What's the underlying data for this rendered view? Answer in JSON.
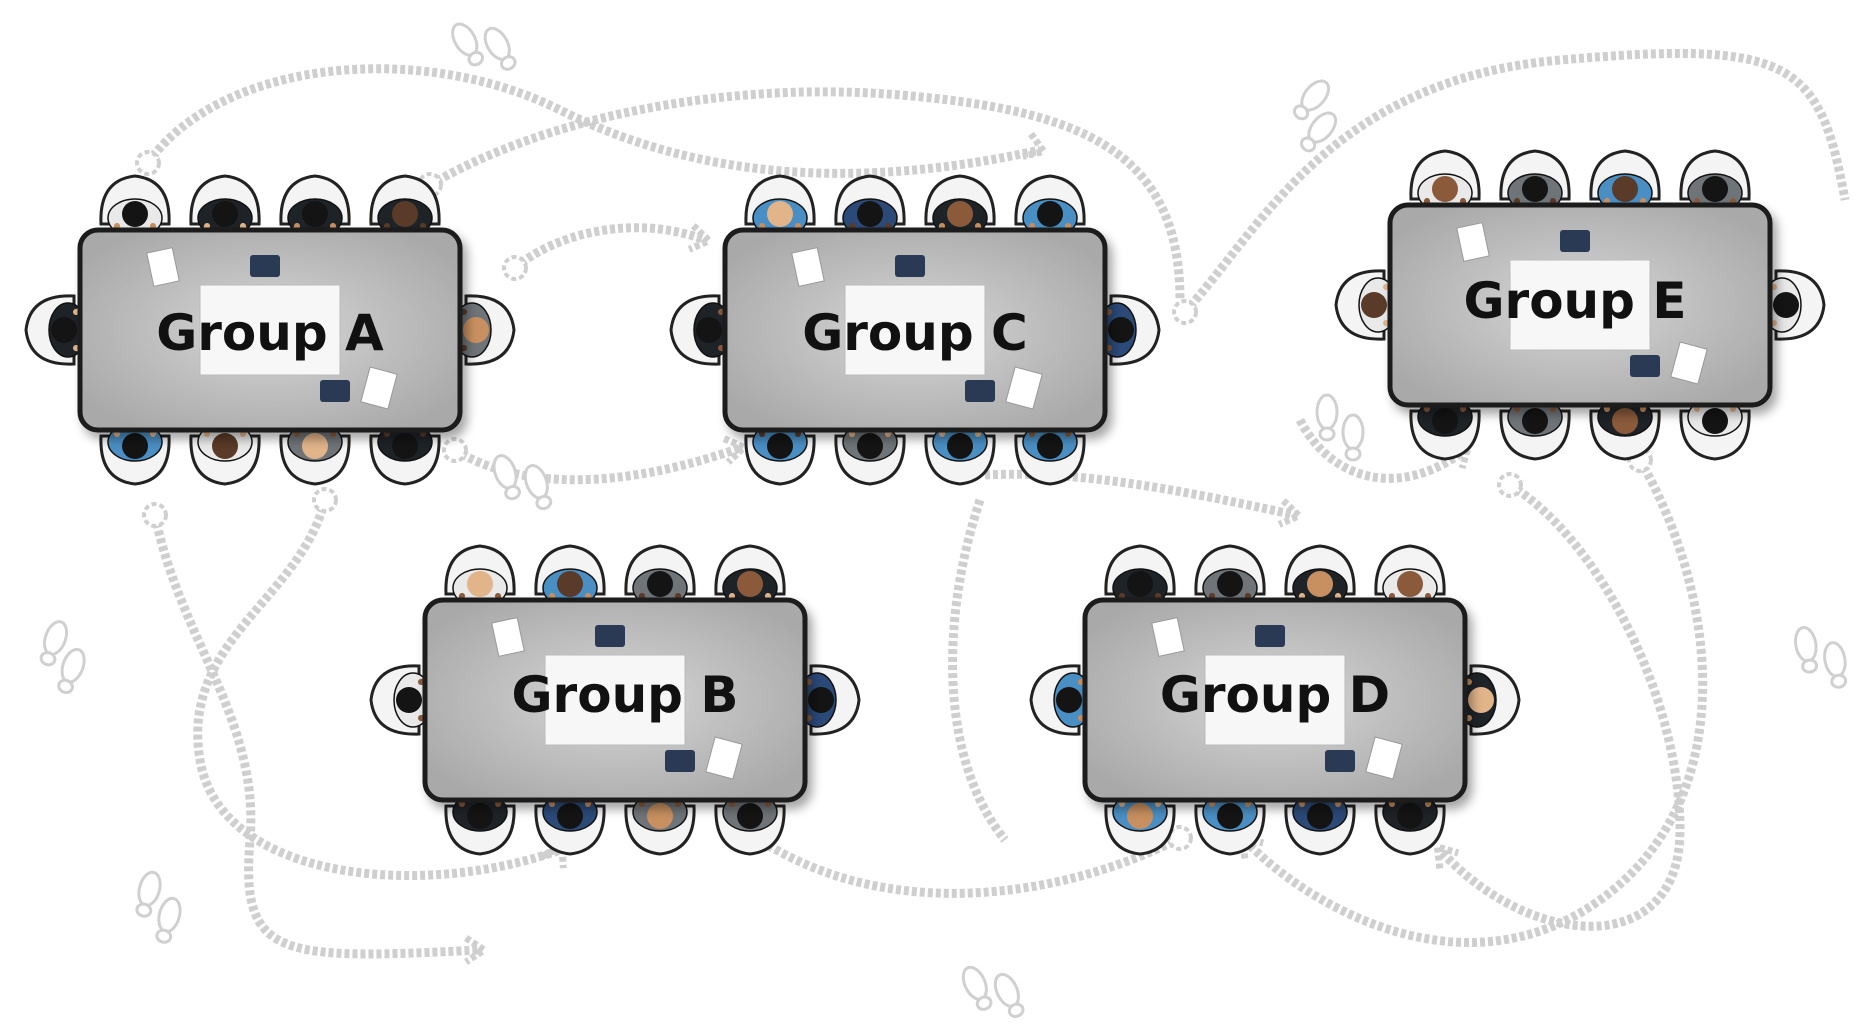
{
  "groups": [
    {
      "id": "a",
      "label": "Group A"
    },
    {
      "id": "b",
      "label": "Group B"
    },
    {
      "id": "c",
      "label": "Group C"
    },
    {
      "id": "d",
      "label": "Group D"
    },
    {
      "id": "e",
      "label": "Group E"
    }
  ],
  "colors": {
    "table": "#c9c9c9",
    "table_edge": "#1a1a1a",
    "chair": "#f4f4f4",
    "path": "#cfcfcf",
    "label": "#111111",
    "shirt_colors": [
      "#1e2328",
      "#4a8fc4",
      "#e9e9e9",
      "#6f7478",
      "#2b4a78"
    ],
    "skin_colors": [
      "#c89060",
      "#8a5a3b",
      "#e2b48a",
      "#5a3a28"
    ]
  },
  "icons": [
    "footprints-icon",
    "walking-path-arrow-icon",
    "person-seated-icon",
    "chair-icon",
    "paper-sheet-icon",
    "tablet-icon"
  ]
}
